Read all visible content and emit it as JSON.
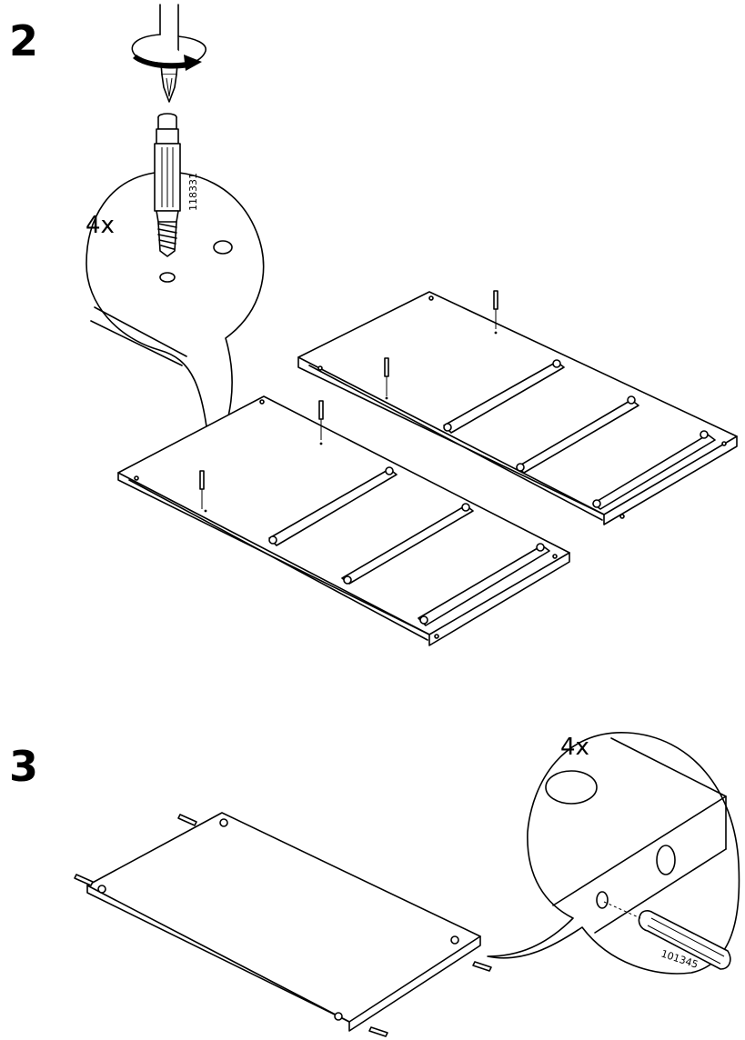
{
  "page": {
    "background": "#ffffff",
    "ink": "#000000"
  },
  "step2": {
    "number": "2",
    "quantity": "4x",
    "part_number": "118331",
    "tool_icon": "screwdriver-icon",
    "rotation_icon": "rotate-clockwise-arrow-icon",
    "part_icon": "threaded-dowel-pin-icon"
  },
  "step3": {
    "number": "3",
    "quantity": "4x",
    "part_number": "101345",
    "part_icon": "wooden-dowel-icon"
  }
}
